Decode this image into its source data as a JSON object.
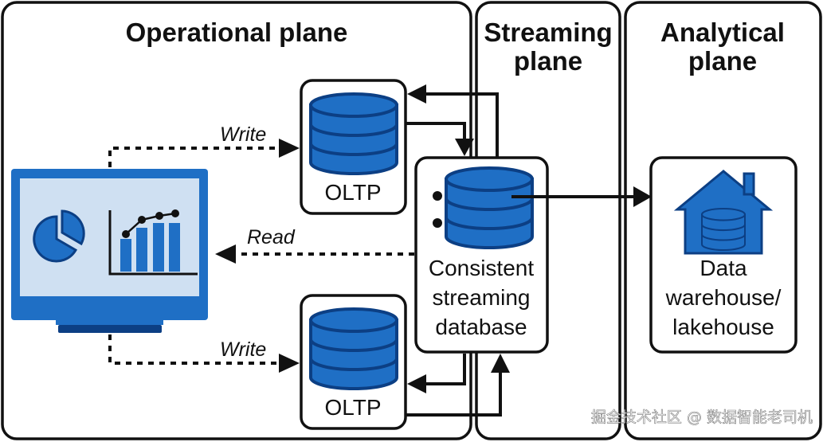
{
  "colors": {
    "accent": "#1f6fc5",
    "accent_dark": "#0c3f84",
    "screen_fill": "#cfe0f2",
    "ink": "#111111"
  },
  "planes": {
    "operational": {
      "title": "Operational plane"
    },
    "streaming": {
      "title_line1": "Streaming",
      "title_line2": "plane"
    },
    "analytical": {
      "title_line1": "Analytical",
      "title_line2": "plane"
    }
  },
  "nodes": {
    "oltp_top": {
      "label": "OLTP",
      "icon": "database-icon"
    },
    "oltp_bottom": {
      "label": "OLTP",
      "icon": "database-icon"
    },
    "streaming_db": {
      "label_line1": "Consistent",
      "label_line2": "streaming",
      "label_line3": "database",
      "icon": "streaming-database-icon"
    },
    "warehouse": {
      "label_line1": "Data",
      "label_line2": "warehouse/",
      "label_line3": "lakehouse",
      "icon": "warehouse-house-icon"
    },
    "dashboard": {
      "icon": "dashboard-monitor-icon"
    }
  },
  "connections": {
    "write_top": "Write",
    "read": "Read",
    "write_bottom": "Write"
  },
  "watermark": "掘金技术社区 @ 数据智能老司机"
}
